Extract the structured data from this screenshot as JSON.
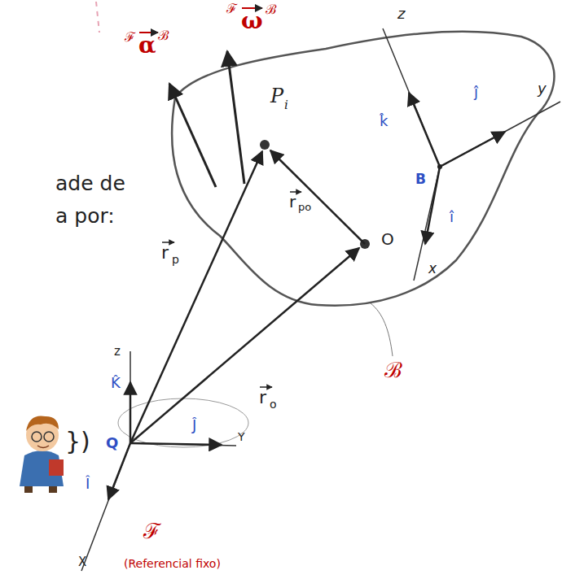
{
  "diagram": {
    "labels": [
      "ade de",
      "a por:",
      "})",
      "ℱ",
      "α",
      "ℬ",
      "ℱ",
      "ω",
      "ℬ",
      "P",
      "i",
      "r",
      "po",
      "O",
      "B",
      "k̂",
      "ĵ",
      "î",
      "z",
      "y",
      "x",
      "z",
      "K̂",
      "Y",
      "Ĵ",
      "X",
      "Î",
      "Q",
      "r",
      "p",
      "r",
      "o",
      "ℬ",
      "ℱ",
      "(Referencial fixo)"
    ]
  }
}
